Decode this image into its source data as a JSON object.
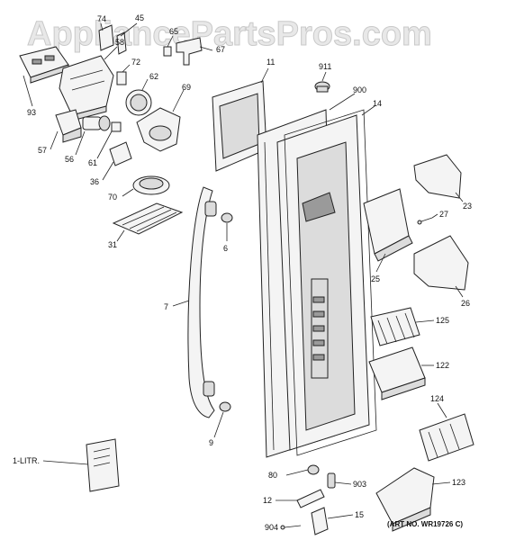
{
  "watermark": "AppliancePartsPros.com",
  "art_number": "(ART NO. WR19726 C)",
  "part_labels": {
    "p74": "74",
    "p45": "45",
    "p58": "58",
    "p65": "65",
    "p67": "67",
    "p72": "72",
    "p62": "62",
    "p69": "69",
    "p93": "93",
    "p57": "57",
    "p56": "56",
    "p61": "61",
    "p36": "36",
    "p70": "70",
    "p31": "31",
    "p6": "6",
    "p7": "7",
    "p9": "9",
    "p11": "11",
    "p911": "911",
    "p900": "900",
    "p14": "14",
    "p23": "23",
    "p27": "27",
    "p25": "25",
    "p26": "26",
    "p125": "125",
    "p122": "122",
    "p124": "124",
    "p123": "123",
    "p80": "80",
    "p903": "903",
    "p12": "12",
    "p15": "15",
    "p904": "904",
    "p1litr": "1-LITR."
  }
}
